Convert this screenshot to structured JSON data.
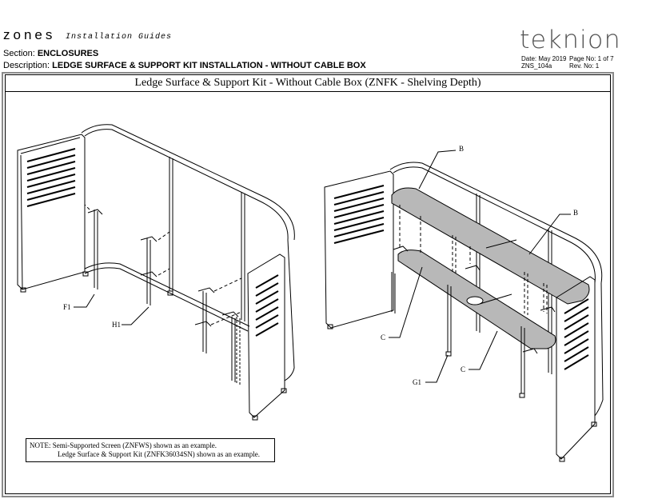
{
  "header": {
    "brand": "zones",
    "subtitle": "Installation Guides",
    "section_label": "Section:",
    "section_value": "ENCLOSURES",
    "description_label": "Description:",
    "description_value": "LEDGE SURFACE & SUPPORT KIT INSTALLATION - WITHOUT CABLE BOX",
    "logo": "teknion",
    "date": "Date: May 2019",
    "page": "Page No: 1 of 7",
    "doc_code": "ZNS_104a",
    "revision": "Rev. No: 1"
  },
  "drawing": {
    "title": "Ledge Surface & Support Kit - Without Cable Box (ZNFK - Shelving Depth)",
    "callouts": {
      "f1": "F1",
      "h1": "H1",
      "b_top": "B",
      "b_right": "B",
      "c_left": "C",
      "c_right": "C",
      "g1": "G1"
    }
  },
  "note": {
    "line1": "NOTE: Semi-Supported Screen (ZNFWS) shown as an example.",
    "line2": "Ledge Surface & Support Kit (ZNFK36034SN) shown as an example."
  }
}
